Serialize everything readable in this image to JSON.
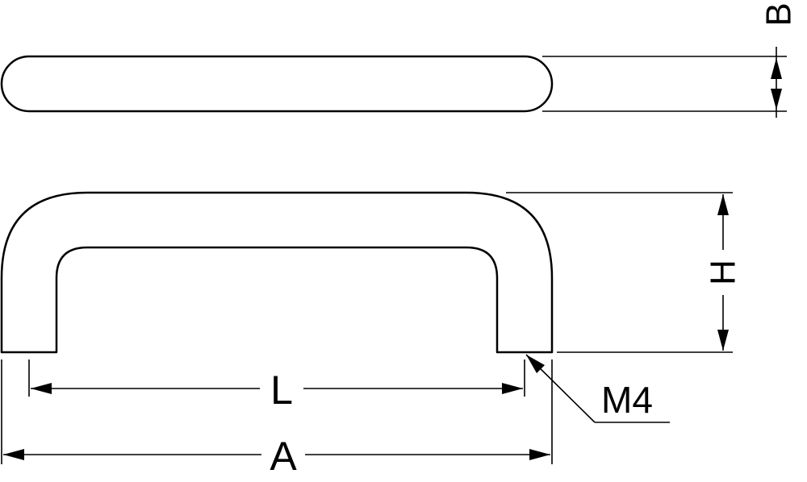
{
  "labels": {
    "B": "B",
    "H": "H",
    "L": "L",
    "A": "A",
    "M4": "M4"
  },
  "colors": {
    "line": "#000000",
    "background": "#ffffff"
  }
}
